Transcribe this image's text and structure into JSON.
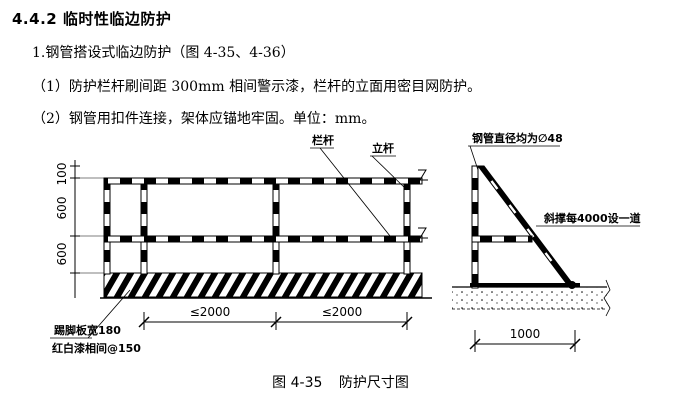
{
  "section_heading": "4.4.2 临时性临边防护",
  "paragraphs": {
    "p1": "1.钢管搭设式临边防护（图 4-35、4-36）",
    "p2": "（1）防护栏杆刷间距 300mm 相间警示漆，栏杆的立面用密目网防护。",
    "p3": "（2）钢管用扣件连接，架体应锚地牢固。单位：mm。"
  },
  "figure": {
    "dims": {
      "top": "100",
      "mid": "600",
      "low": "600",
      "span1": "≤2000",
      "span2": "≤2000",
      "base": "1000"
    },
    "labels": {
      "rail": "栏杆",
      "post": "立杆",
      "pipe_dia": "钢管直径均为∅48",
      "brace": "斜撑每4000设一道",
      "toe_board_1": "踢脚板宽180",
      "toe_board_2": "红白漆相间@150"
    },
    "caption_number": "图 4-35",
    "caption_title": "防护尺寸图"
  }
}
